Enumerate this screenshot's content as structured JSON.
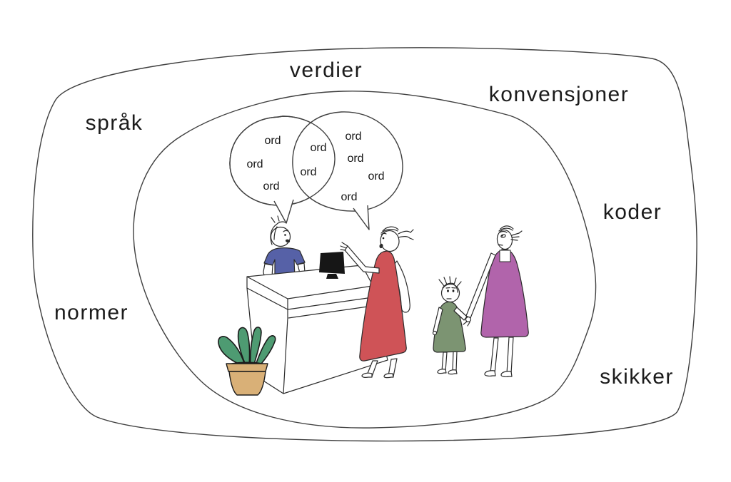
{
  "figure": {
    "background": "#ffffff",
    "outline_color": "#3f3f3f",
    "ring_labels": [
      {
        "id": "verdier",
        "text": "verdier"
      },
      {
        "id": "konvensjoner",
        "text": "konvensjoner"
      },
      {
        "id": "sprak",
        "text": "språk"
      },
      {
        "id": "koder",
        "text": "koder"
      },
      {
        "id": "normer",
        "text": "normer"
      },
      {
        "id": "skikker",
        "text": "skikker"
      }
    ],
    "speech": {
      "left_bubble_words": [
        "ord",
        "ord",
        "ord"
      ],
      "shared_words": [
        "ord",
        "ord"
      ],
      "right_bubble_words": [
        "ord",
        "ord",
        "ord",
        "ord"
      ]
    },
    "colors": {
      "receptionist_shirt": "#5661a7",
      "customer_dress": "#cf5357",
      "child_dress": "#7c9472",
      "mother_dress": "#b164ab",
      "plant_leaves": "#4e9b72",
      "plant_pot": "#d9b077",
      "monitor_screen": "#161616"
    }
  }
}
